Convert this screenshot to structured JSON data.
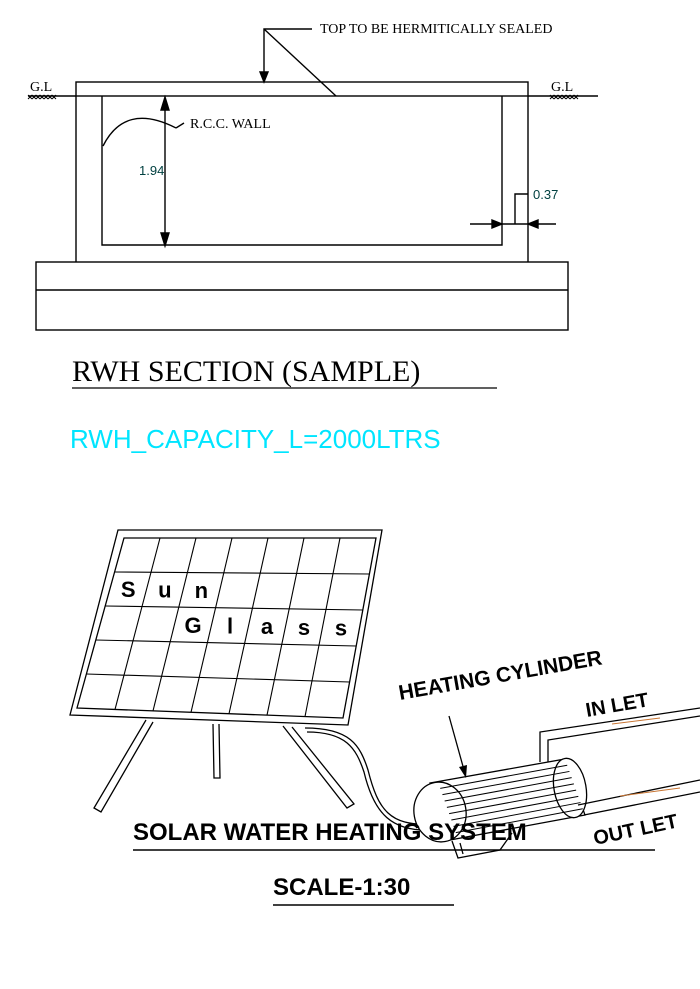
{
  "rwh": {
    "top_note": "TOP TO BE HERMITICALLY SEALED",
    "gl_left": "G.L",
    "gl_right": "G.L",
    "wall_label": "R.C.C. WALL",
    "depth_dim": "1.94",
    "wall_thickness_dim": "0.37",
    "section_title": "RWH SECTION (SAMPLE)",
    "capacity": "RWH_CAPACITY_L=2000LTRS",
    "capacity_color": "#00e5ff"
  },
  "solar": {
    "panel_word1": [
      "S",
      "u",
      "n"
    ],
    "panel_word2": [
      "G",
      "l",
      "a",
      "s",
      "s"
    ],
    "cylinder_label": "HEATING CYLINDER",
    "inlet_label": "IN LET",
    "outlet_label": "OUT LET",
    "title": "SOLAR WATER HEATING SYSTEM",
    "scale": "SCALE-1:30",
    "pipe_accent_color": "#c87533"
  }
}
